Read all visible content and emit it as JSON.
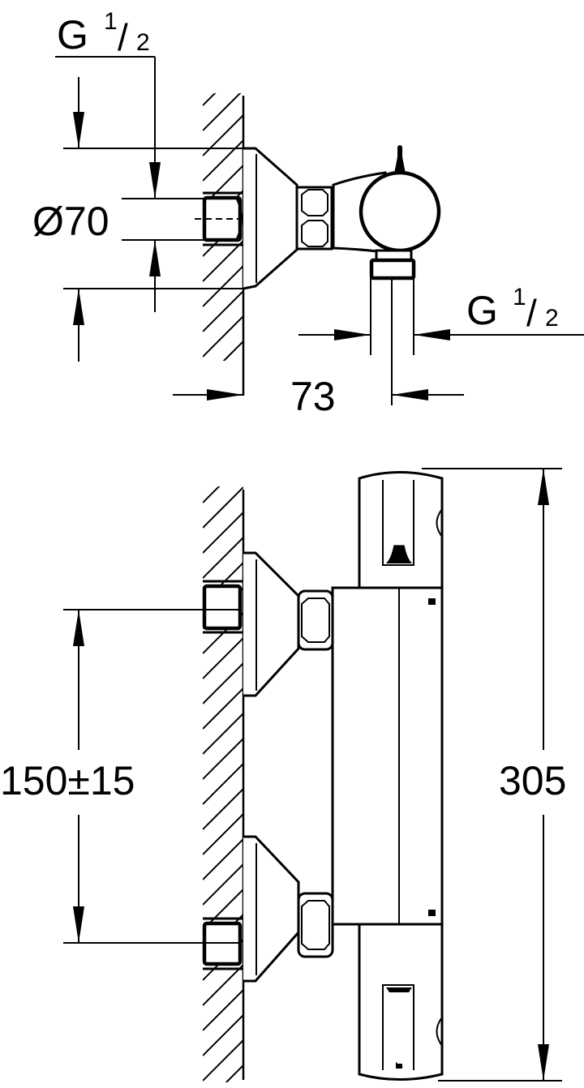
{
  "top_view": {
    "inlet_thread": {
      "prefix": "G",
      "num": "1",
      "den": "2"
    },
    "escutcheon_diameter": "Ø70",
    "outlet_thread": {
      "prefix": "G",
      "num": "1",
      "den": "2"
    },
    "projection": "73"
  },
  "front_view": {
    "inlet_spacing": "150±15",
    "overall_height": "305"
  }
}
